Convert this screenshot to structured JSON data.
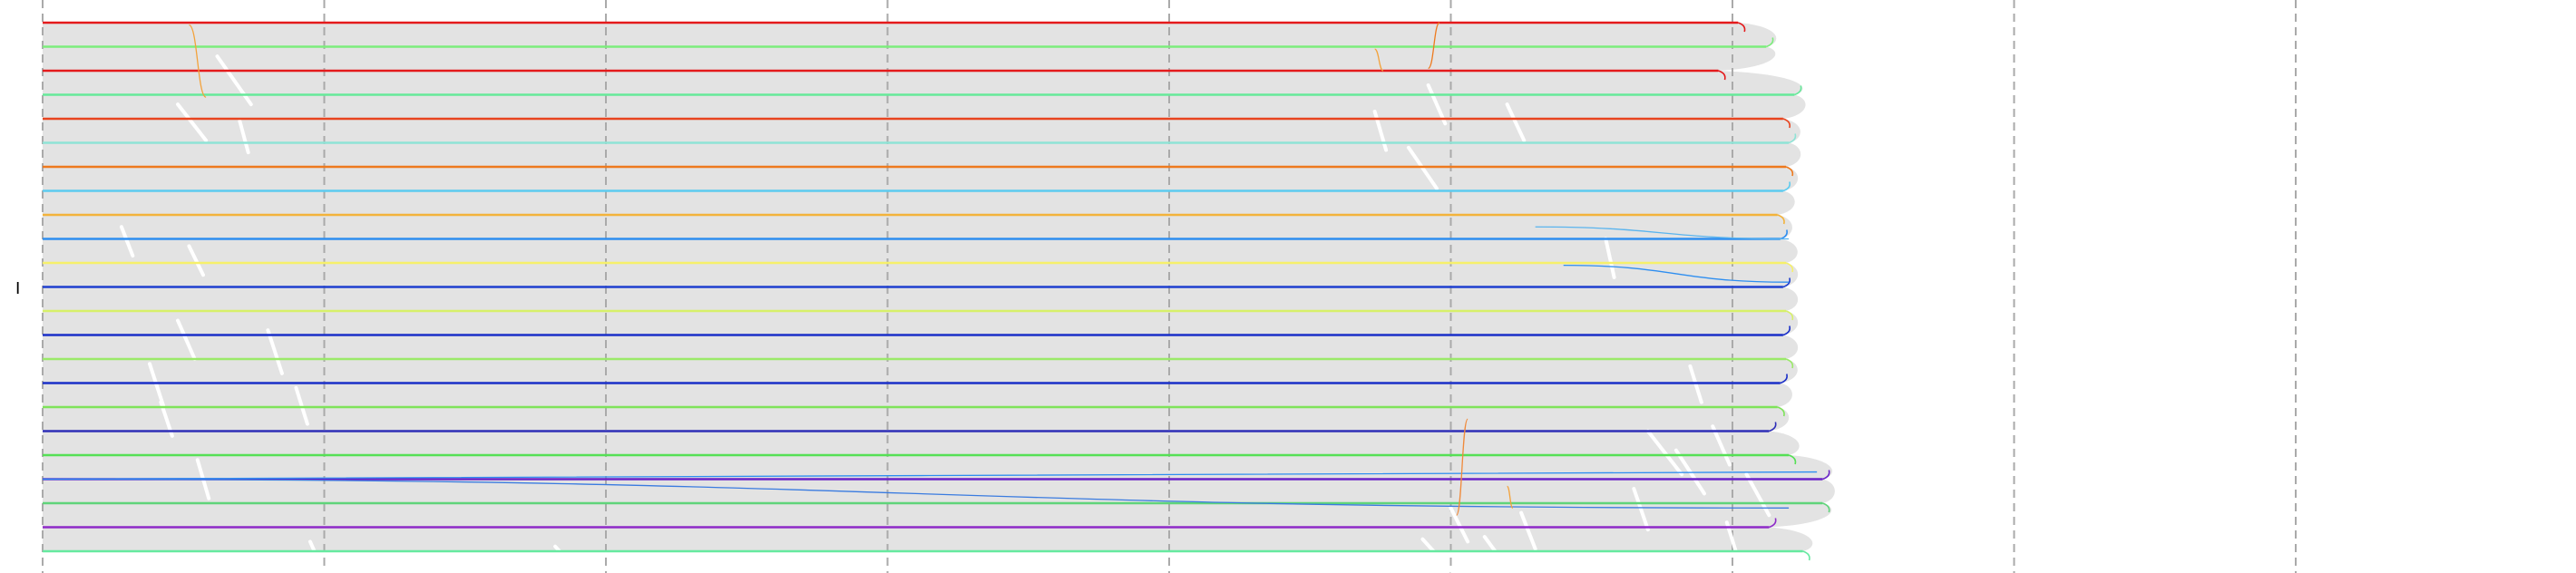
{
  "chart_data": {
    "type": "line",
    "title": "",
    "xlabel": "",
    "ylabel": "I",
    "grid": "vertical-dashed",
    "grid_color": "#aaaaaa",
    "ribbon_color": "#e3e3e3",
    "x_domain": [
      0,
      9
    ],
    "data_end_x": 6.2,
    "series": [
      {
        "color": "#e41a1c",
        "end_x": 6.02
      },
      {
        "color": "#7ced7c",
        "end_x": 6.12
      },
      {
        "color": "#e41a1c",
        "end_x": 5.95
      },
      {
        "color": "#66e99a",
        "end_x": 6.22
      },
      {
        "color": "#e8441f",
        "end_x": 6.18
      },
      {
        "color": "#8fe3d6",
        "end_x": 6.2
      },
      {
        "color": "#ee7a1e",
        "end_x": 6.19
      },
      {
        "color": "#5ccbf0",
        "end_x": 6.18
      },
      {
        "color": "#f3b33b",
        "end_x": 6.16
      },
      {
        "color": "#2e8ef0",
        "end_x": 6.17
      },
      {
        "color": "#f6f06a",
        "end_x": 6.19
      },
      {
        "color": "#1f3fcf",
        "end_x": 6.18
      },
      {
        "color": "#d7f06a",
        "end_x": 6.19
      },
      {
        "color": "#1a2fc8",
        "end_x": 6.18
      },
      {
        "color": "#9be96a",
        "end_x": 6.19
      },
      {
        "color": "#1a2fc8",
        "end_x": 6.17
      },
      {
        "color": "#7fe35a",
        "end_x": 6.16
      },
      {
        "color": "#2f2fb8",
        "end_x": 6.13
      },
      {
        "color": "#55e055",
        "end_x": 6.2
      },
      {
        "color": "#6a23c8",
        "end_x": 6.32
      },
      {
        "color": "#5fd47a",
        "end_x": 6.32
      },
      {
        "color": "#8e2bc8",
        "end_x": 6.13
      },
      {
        "color": "#66e9a0",
        "end_x": 6.25
      }
    ]
  }
}
